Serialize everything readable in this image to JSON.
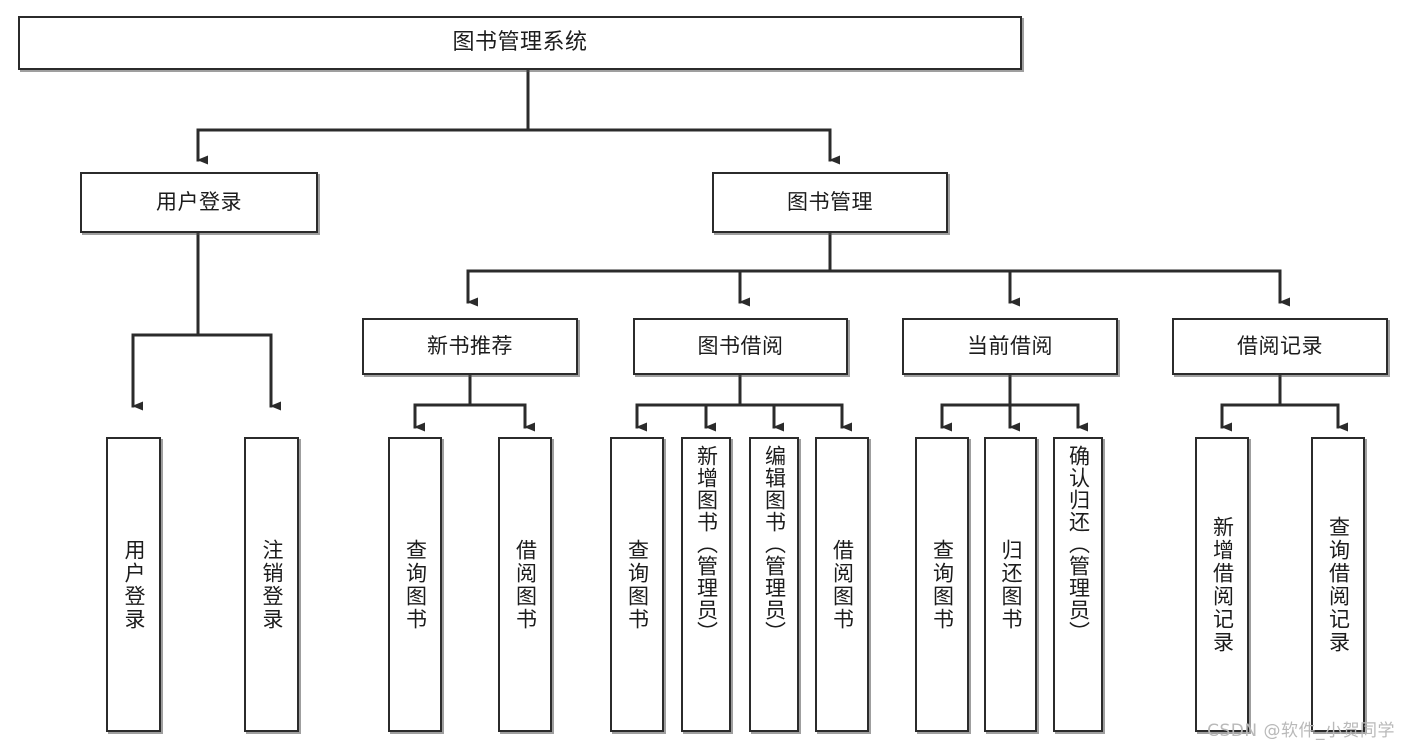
{
  "diagram": {
    "title": "图书管理系统",
    "type": "tree",
    "watermark": "CSDN @软件_小贺同学",
    "colors": {
      "stroke": "#2b2b2b",
      "fill": "#ffffff",
      "text": "#1c1c1c",
      "watermark": "#b9b9b9",
      "background": "#ffffff"
    },
    "nodes": {
      "root": {
        "label": "图书管理系统"
      },
      "level2": [
        {
          "label": "用户登录"
        },
        {
          "label": "图书管理"
        }
      ],
      "level3": [
        {
          "label": "新书推荐"
        },
        {
          "label": "图书借阅"
        },
        {
          "label": "当前借阅"
        },
        {
          "label": "借阅记录"
        }
      ],
      "leaves": {
        "user_login": [
          {
            "label": "用户登录"
          },
          {
            "label": "注销登录"
          }
        ],
        "new_book": [
          {
            "label": "查询图书"
          },
          {
            "label": "借阅图书"
          }
        ],
        "book_borrow": [
          {
            "label": "查询图书"
          },
          {
            "label": "新增图书（管理员）"
          },
          {
            "label": "编辑图书（管理员）"
          },
          {
            "label": "借阅图书"
          }
        ],
        "current_borrow": [
          {
            "label": "查询图书"
          },
          {
            "label": "归还图书"
          },
          {
            "label": "确认归还（管理员）"
          }
        ],
        "borrow_record": [
          {
            "label": "新增借阅记录"
          },
          {
            "label": "查询借阅记录"
          }
        ]
      }
    }
  }
}
